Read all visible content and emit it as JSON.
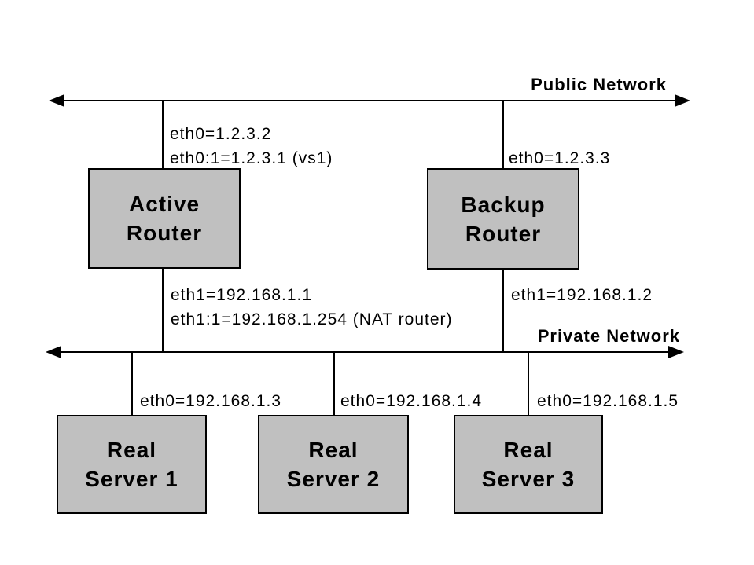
{
  "colors": {
    "background": "#ffffff",
    "box_fill": "#c0c0c0",
    "box_border": "#000000",
    "line": "#000000",
    "text": "#000000"
  },
  "networks": {
    "public": {
      "label": "Public Network"
    },
    "private": {
      "label": "Private Network"
    }
  },
  "routers": {
    "active": {
      "title": [
        "Active",
        "Router"
      ],
      "public_iface": [
        "eth0=1.2.3.2",
        "eth0:1=1.2.3.1 (vs1)"
      ],
      "private_iface": [
        "eth1=192.168.1.1",
        "eth1:1=192.168.1.254 (NAT router)"
      ]
    },
    "backup": {
      "title": [
        "Backup",
        "Router"
      ],
      "public_iface": [
        "eth0=1.2.3.3"
      ],
      "private_iface": [
        "eth1=192.168.1.2"
      ]
    }
  },
  "servers": [
    {
      "title": [
        "Real",
        "Server 1"
      ],
      "iface": "eth0=192.168.1.3"
    },
    {
      "title": [
        "Real",
        "Server 2"
      ],
      "iface": "eth0=192.168.1.4"
    },
    {
      "title": [
        "Real",
        "Server 3"
      ],
      "iface": "eth0=192.168.1.5"
    }
  ]
}
